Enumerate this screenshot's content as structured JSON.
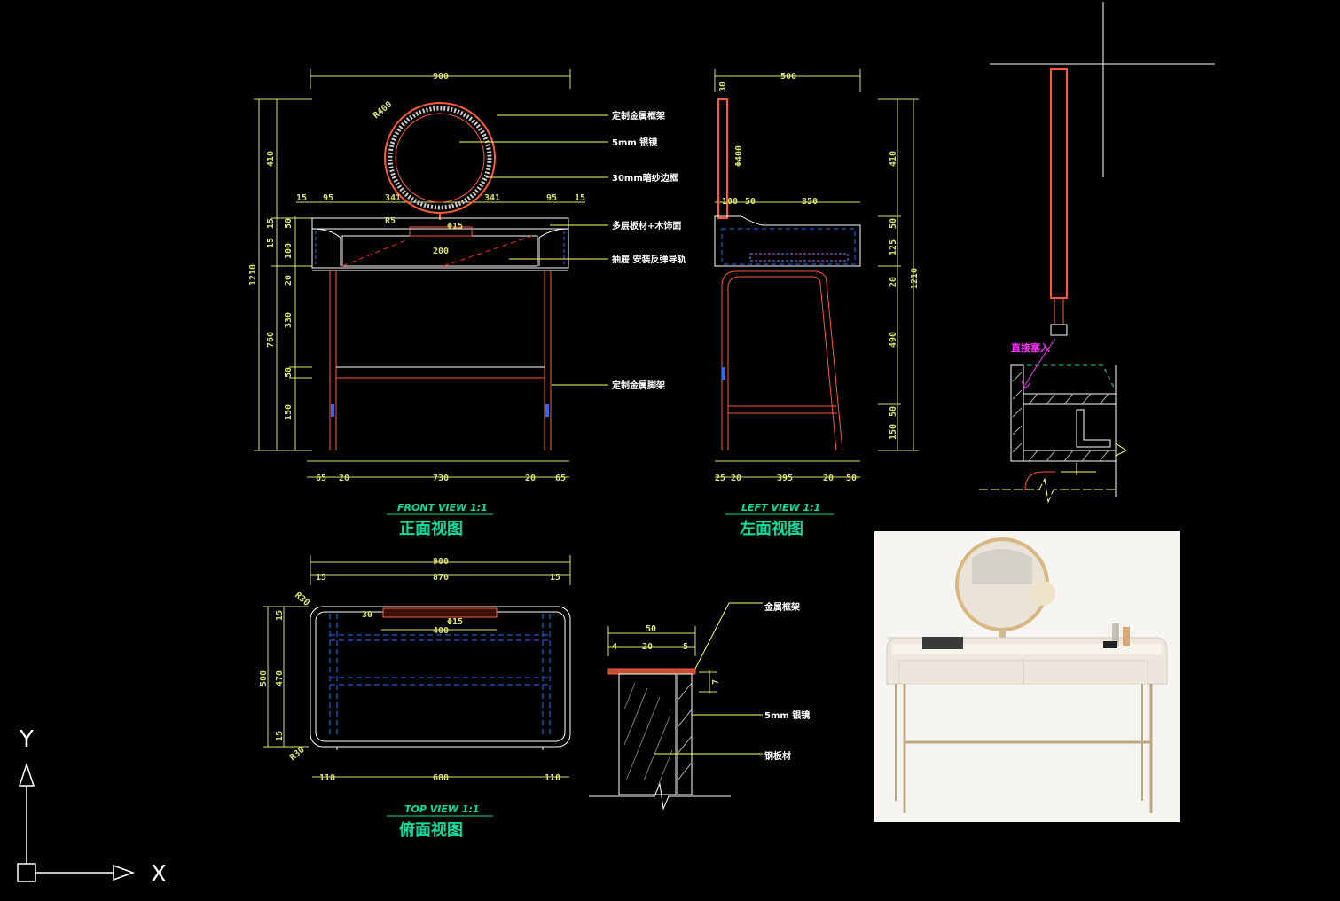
{
  "front_view": {
    "title_en": "FRONT VIEW 1:1",
    "title_cn": "正面视图",
    "dim_top": "900",
    "dims_row": [
      "15",
      "95",
      "341",
      "341",
      "95",
      "15"
    ],
    "dims_bottom": [
      "65",
      "20",
      "730",
      "20",
      "65"
    ],
    "dims_left": [
      "410",
      "15",
      "50",
      "15",
      "100",
      "20",
      "1210",
      "760",
      "330",
      "50",
      "150"
    ],
    "dims_mid": [
      "Φ15",
      "200",
      "R5"
    ],
    "radius": "R400",
    "notes": [
      "定制金属框架",
      "5mm 银镜",
      "30mm暗纱边框",
      "多层板材+木饰面",
      "抽屉  安装反弹导轨",
      "定制金属脚架"
    ]
  },
  "left_view": {
    "title_en": "LEFT VIEW 1:1",
    "title_cn": "左面视图",
    "dim_top": "500",
    "dims_row": [
      "100",
      "50",
      "350"
    ],
    "dims_bottom": [
      "25",
      "20",
      "395",
      "20",
      "50"
    ],
    "dims_right": [
      "410",
      "50",
      "125",
      "20",
      "1210",
      "490",
      "50",
      "150"
    ],
    "dim_tl": "30",
    "dim_side": "Φ400"
  },
  "top_view": {
    "title_en": "TOP VIEW 1:1",
    "title_cn": "俯面视图",
    "dim_top": "900",
    "dims_row": [
      "15",
      "870",
      "15"
    ],
    "dims_left": [
      "15",
      "500",
      "470",
      "15"
    ],
    "dims_bottom": [
      "110",
      "680",
      "110"
    ],
    "dims_inner": [
      "30",
      "400",
      "Φ15"
    ],
    "radius": [
      "R30",
      "R30"
    ]
  },
  "section_detail": {
    "dims": [
      "50",
      "4",
      "20",
      "5",
      "7"
    ],
    "notes": [
      "金属框架",
      "5mm 银镜",
      "钢板材"
    ]
  },
  "side_detail": {
    "label": "直接塞入"
  },
  "axis": {
    "x": "X",
    "y": "Y"
  },
  "colors": {
    "background": "#000000",
    "dimension": "#d9e36a",
    "frame": "#ff5a36",
    "hidden": "#2a6bff",
    "title": "#00e0a0",
    "note_leader": "#ffff66"
  }
}
